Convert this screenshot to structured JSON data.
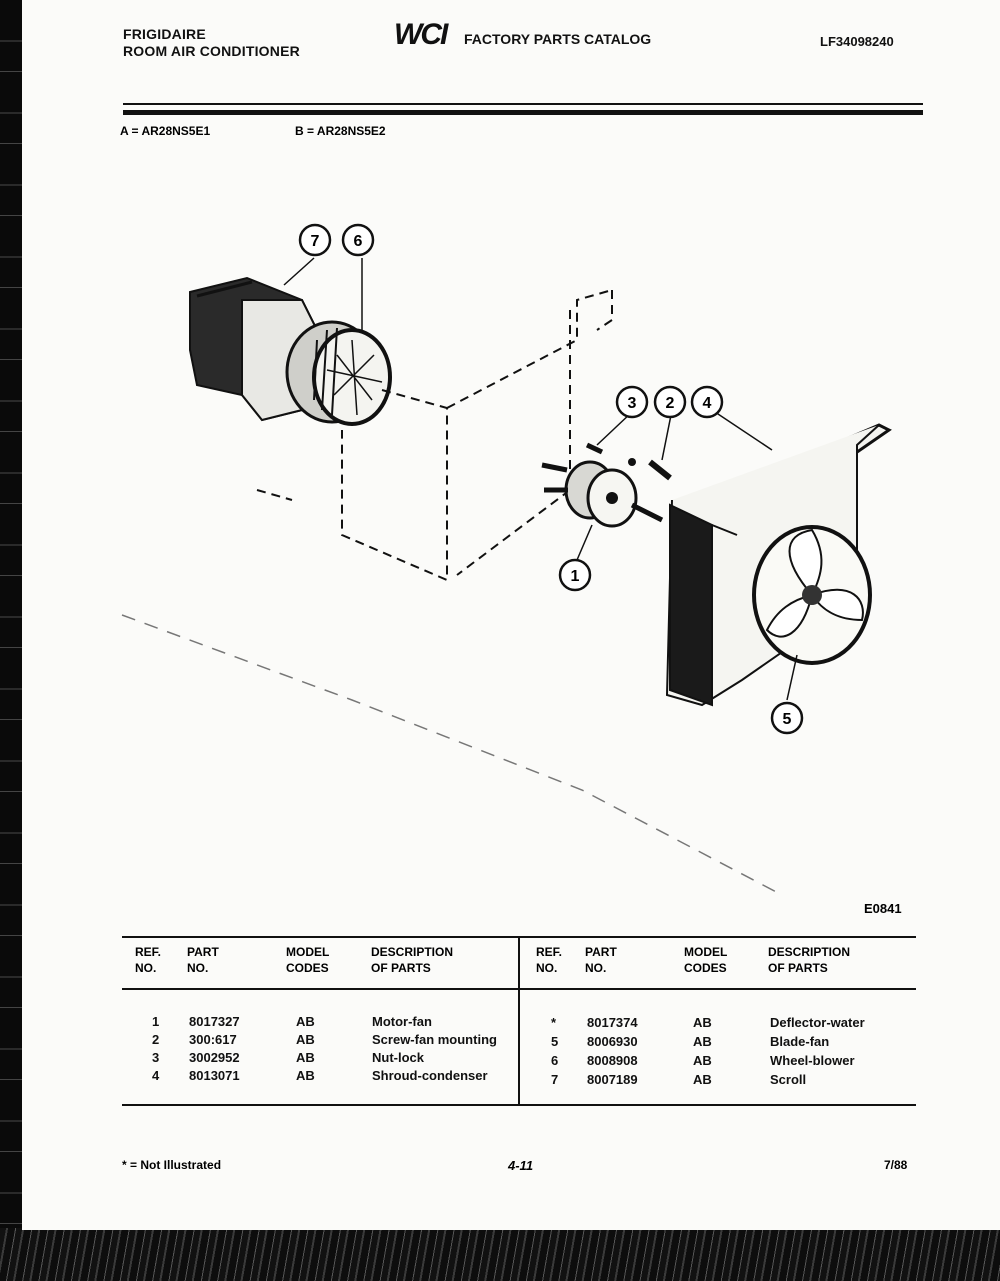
{
  "header": {
    "brand_line1": "FRIGIDAIRE",
    "brand_line2": "ROOM AIR CONDITIONER",
    "logo": "WCI",
    "catalog_title": "FACTORY PARTS CATALOG",
    "doc_number": "LF34098240"
  },
  "models": {
    "a": "A = AR28NS5E1",
    "b": "B = AR28NS5E2"
  },
  "diagram": {
    "figure_code": "E0841",
    "callouts": [
      "7",
      "6",
      "3",
      "2",
      "4",
      "1",
      "5"
    ]
  },
  "table": {
    "headers": {
      "ref_l1": "REF.",
      "ref_l2": "NO.",
      "part_l1": "PART",
      "part_l2": "NO.",
      "model_l1": "MODEL",
      "model_l2": "CODES",
      "desc_l1": "DESCRIPTION",
      "desc_l2": "OF PARTS"
    },
    "left_rows": [
      {
        "ref": "1",
        "part": "8017327",
        "model": "AB",
        "desc": "Motor-fan"
      },
      {
        "ref": "2",
        "part": "300:617",
        "model": "AB",
        "desc": "Screw-fan mounting"
      },
      {
        "ref": "3",
        "part": "3002952",
        "model": "AB",
        "desc": "Nut-lock"
      },
      {
        "ref": "4",
        "part": "8013071",
        "model": "AB",
        "desc": "Shroud-condenser"
      }
    ],
    "right_rows": [
      {
        "ref": "*",
        "part": "8017374",
        "model": "AB",
        "desc": "Deflector-water"
      },
      {
        "ref": "5",
        "part": "8006930",
        "model": "AB",
        "desc": "Blade-fan"
      },
      {
        "ref": "6",
        "part": "8008908",
        "model": "AB",
        "desc": "Wheel-blower"
      },
      {
        "ref": "7",
        "part": "8007189",
        "model": "AB",
        "desc": "Scroll"
      }
    ]
  },
  "footer": {
    "note": "* = Not Illustrated",
    "page": "4-11",
    "date": "7/88"
  }
}
